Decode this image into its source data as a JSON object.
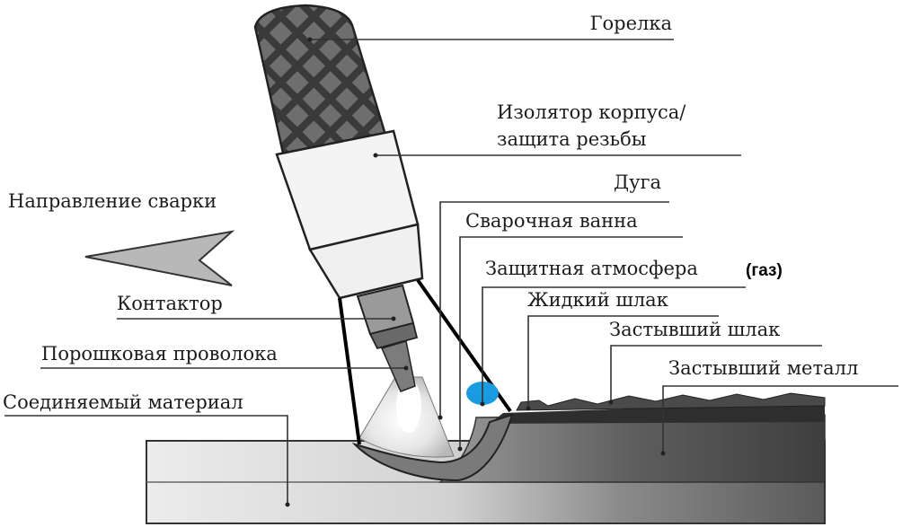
{
  "labels": {
    "torch": "Горелка",
    "insulator_line1": "Изолятор корпуса/",
    "insulator_line2": "защита резьбы",
    "arc": "Дуга",
    "weld_pool": "Сварочная ванна",
    "shield_atmosphere": "Защитная атмосфера",
    "shield_gas_note": "(газ)",
    "liquid_slag": "Жидкий шлак",
    "solid_slag": "Застывший шлак",
    "solid_metal": "Застывший металл",
    "direction": "Направление сварки",
    "contact_tip": "Контактор",
    "flux_wire": "Порошковая проволока",
    "base_material": "Соединяемый материал"
  },
  "colors": {
    "gas_dot": "#1a9be0",
    "text": "#1c1c1c"
  },
  "icons": [
    "direction-arrow-icon"
  ]
}
